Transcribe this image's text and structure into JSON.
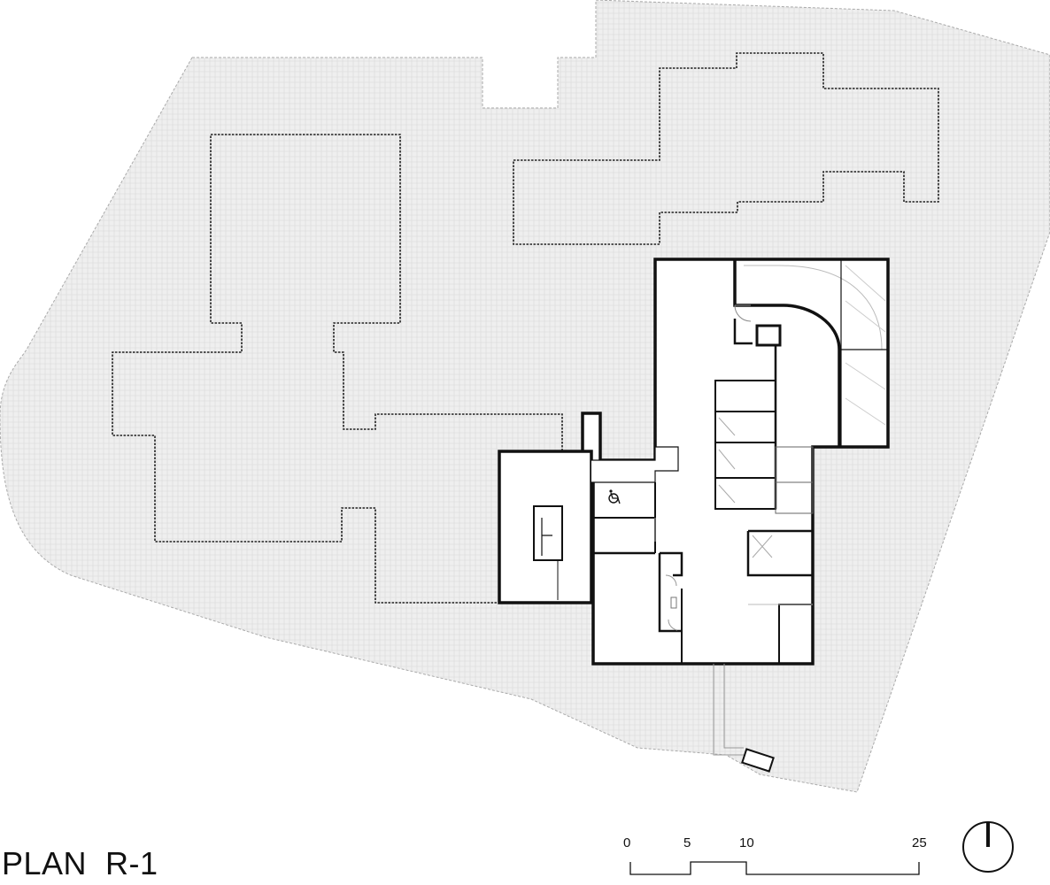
{
  "plan": {
    "title": "PLAN  R-1"
  },
  "scale_bar": {
    "labels": [
      "0",
      "5",
      "10",
      "25"
    ]
  },
  "north_arrow": {
    "icon": "north-arrow-icon"
  },
  "colors": {
    "site_fill": "#eeeeee",
    "line": "#111111"
  }
}
